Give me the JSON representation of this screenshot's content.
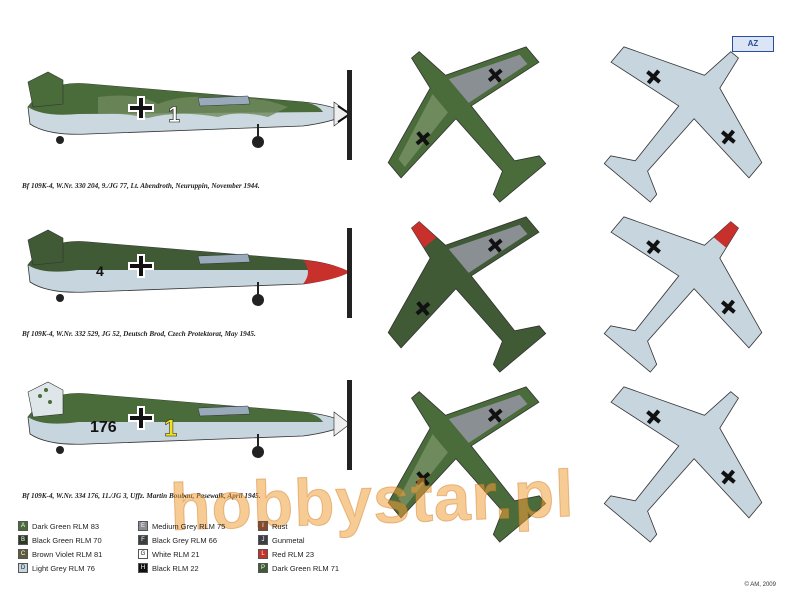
{
  "brand": {
    "logo_text": "AZ"
  },
  "captions": {
    "c1": "Bf 109K-4, W.Nr. 330 204, 9./JG 77, Lt. Abendroth, Neuruppin, November 1944.",
    "c2": "Bf 109K-4, W.Nr. 332 529, JG 52, Deutsch Brod, Czech Protektorat, May 1945.",
    "c3": "Bf 109K-4, W.Nr. 334 176, 11./JG 3, Uffz. Martin Boubau, Pasewalk, April 1945."
  },
  "markings": {
    "p1_number": "1",
    "p2_number": "4",
    "p3_number": "1",
    "p3_left_code": "176"
  },
  "legend": [
    {
      "code": "A",
      "label": "Dark Green  RLM 83",
      "color": "#4a6b3a"
    },
    {
      "code": "B",
      "label": "Black Green  RLM 70",
      "color": "#2b3a25"
    },
    {
      "code": "C",
      "label": "Brown Violet  RLM 81",
      "color": "#5e5a3b"
    },
    {
      "code": "D",
      "label": "Light Grey  RLM 76",
      "color": "#c7d5df"
    },
    {
      "code": "E",
      "label": "Medium Grey  RLM 75",
      "color": "#8a8f94"
    },
    {
      "code": "F",
      "label": "Black Grey  RLM 66",
      "color": "#3c3f40"
    },
    {
      "code": "G",
      "label": "White  RLM 21",
      "color": "#ffffff"
    },
    {
      "code": "H",
      "label": "Black  RLM 22",
      "color": "#111111"
    },
    {
      "code": "I",
      "label": "Rust",
      "color": "#8a4a2a"
    },
    {
      "code": "J",
      "label": "Gunmetal",
      "color": "#3d3e44"
    },
    {
      "code": "L",
      "label": "Red  RLM 23",
      "color": "#c8302c"
    },
    {
      "code": "P",
      "label": "Dark Green  RLM 71",
      "color": "#3f5a35"
    }
  ],
  "watermark": "hobbystar.pl",
  "copyright": "© AM, 2009"
}
